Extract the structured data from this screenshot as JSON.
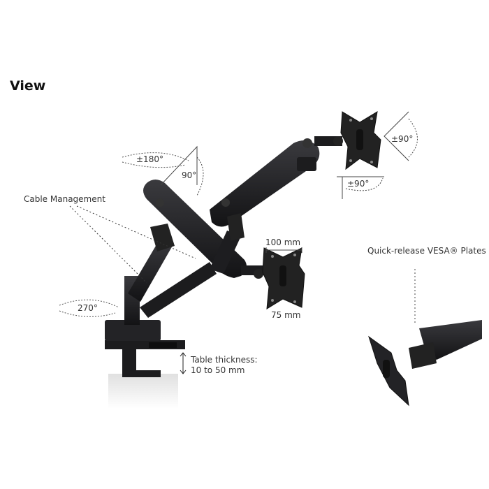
{
  "heading": "View",
  "labels": {
    "cable_management": "Cable Management",
    "rot_180": "±180°",
    "rot_90_arm": "90°",
    "rot_270": "270°",
    "tilt_90": "±90°",
    "swivel_90": "±90°",
    "vesa_width": "100 mm",
    "vesa_height": "75 mm",
    "quick_release": "Quick-release VESA® Plates",
    "table_thickness_1": "Table thickness:",
    "table_thickness_2": "10 to 50 mm"
  },
  "colors": {
    "mount_body": "#1c1c1e",
    "mount_highlight": "#3a3a3e",
    "guide_lines": "#555555"
  }
}
